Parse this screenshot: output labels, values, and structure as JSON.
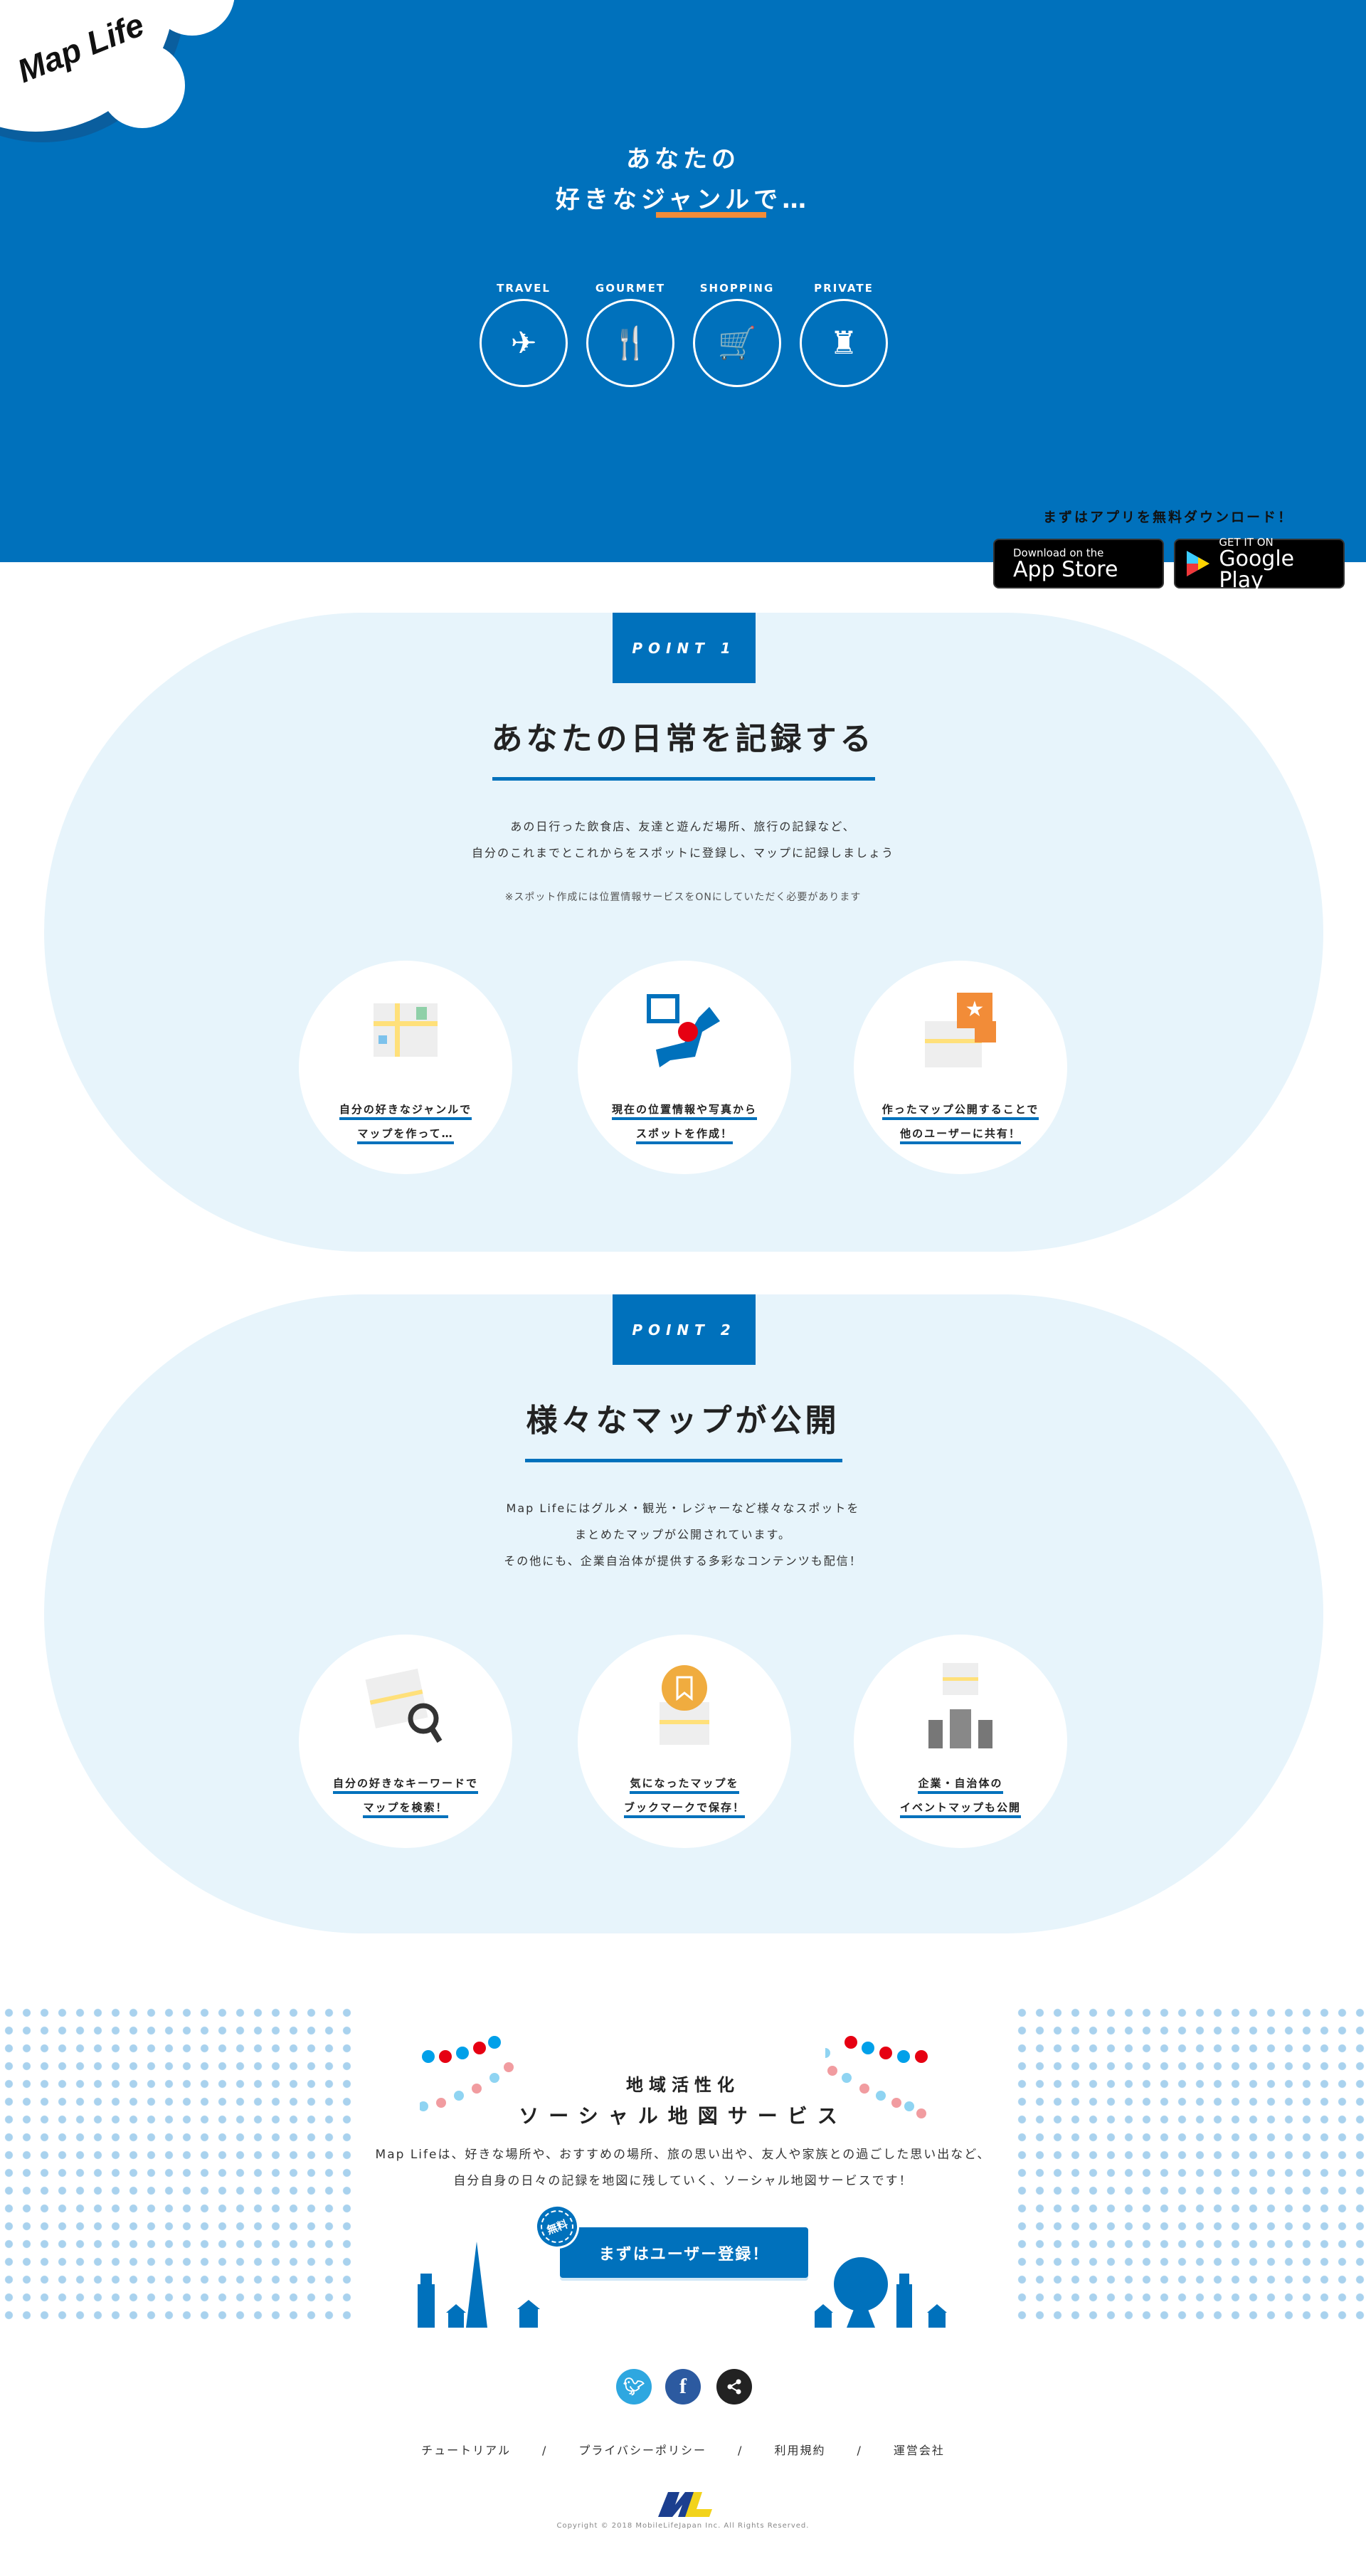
{
  "brand": {
    "logo": "Map Life"
  },
  "hero": {
    "line1": "あなたの",
    "line2": "好きなジャンルで…",
    "genres": [
      {
        "label": "TRAVEL",
        "icon": "airplane-icon"
      },
      {
        "label": "GOURMET",
        "icon": "plate-cutlery-icon"
      },
      {
        "label": "SHOPPING",
        "icon": "cart-icon"
      },
      {
        "label": "PRIVATE",
        "icon": "person-icon"
      }
    ],
    "download_text": "まずはアプリを無料ダウンロード！",
    "app_store": {
      "small": "Download on the",
      "big": "App Store"
    },
    "google_play": {
      "small": "GET IT ON",
      "big": "Google Play"
    }
  },
  "point1": {
    "label": "POINT 1",
    "title": "あなたの日常を記録する",
    "desc": [
      "あの日行った飲食店、友達と遊んだ場所、旅行の記録など、",
      "自分のこれまでとこれからをスポットに登録し、マップに記録しましょう"
    ],
    "note": "※スポット作成には位置情報サービスをONにしていただく必要があります",
    "features": [
      {
        "l1": "自分の好きなジャンルで",
        "l2": "マップを作って…",
        "icon": "map-icon"
      },
      {
        "l1": "現在の位置情報や写真から",
        "l2": "スポットを作成！",
        "icon": "japan-pin-photo-icon"
      },
      {
        "l1": "作ったマップ公開することで",
        "l2": "他のユーザーに共有！",
        "icon": "map-share-icon"
      }
    ]
  },
  "point2": {
    "label": "POINT 2",
    "title": "様々なマップが公開",
    "desc": [
      "Map Lifeにはグルメ・観光・レジャーなど様々なスポットを",
      "まとめたマップが公開されています。",
      "その他にも、企業自治体が提供する多彩なコンテンツも配信！"
    ],
    "features": [
      {
        "l1": "自分の好きなキーワードで",
        "l2": "マップを検索！",
        "icon": "map-search-icon"
      },
      {
        "l1": "気になったマップを",
        "l2": "ブックマークで保存！",
        "icon": "bookmark-icon"
      },
      {
        "l1": "企業・自治体の",
        "l2": "イベントマップも公開",
        "icon": "building-icon"
      }
    ]
  },
  "social": {
    "sub": "地域活性化",
    "title": "ソーシャル地図サービス",
    "desc": [
      "Map Lifeは、好きな場所や、おすすめの場所、旅の思い出や、友人や家族との過ごした思い出など、",
      "自分自身の日々の記録を地図に残していく、ソーシャル地図サービスです！"
    ],
    "free_badge": "無料",
    "cta": "まずはユーザー登録！"
  },
  "footer": {
    "links": [
      "チュートリアル",
      "プライバシーポリシー",
      "利用規約",
      "運営会社"
    ],
    "separator": "/",
    "copyright": "Copyright © 2018 MobileLifeJapan Inc. All Rights Reserved.",
    "company_logo": "ML"
  },
  "colors": {
    "primary": "#0071bc",
    "accent": "#f28c38",
    "pale": "#e7f4fb",
    "twitter": "#2ea7e0",
    "facebook": "#2c5aa0",
    "share": "#222222"
  }
}
